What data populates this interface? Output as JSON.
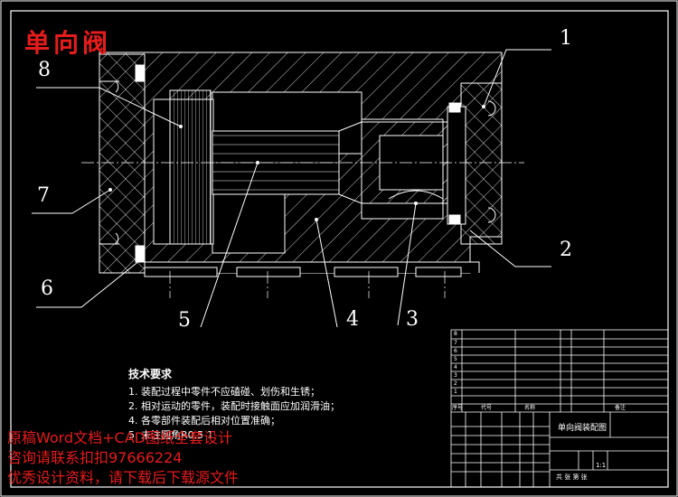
{
  "drawing": {
    "title": "单向阀",
    "callouts": [
      "1",
      "2",
      "3",
      "4",
      "5",
      "6",
      "7",
      "8"
    ]
  },
  "technical_requirements": {
    "heading": "技术要求",
    "items": [
      "1. 装配过程中零件不应磕碰、划伤和生锈；",
      "2. 相对运动的零件，装配时接触面应加润滑油；",
      "4. 各零部件装配后相对位置准确；",
      "5. 未注圆角R0.5-1"
    ]
  },
  "watermark": {
    "lines": [
      "原稿Word文档+CAD图纸全套设计",
      "咨询请联系扣扣97666224",
      "优秀设计资料，请下载后下载源文件"
    ]
  },
  "title_block": {
    "drawing_name": "单向阀装配图",
    "scale": "1:1",
    "header_seq": "序号",
    "header_code": "代号",
    "header_name": "名称",
    "header_remark": "备注",
    "sheet_label": "共 张 第 张",
    "parts_rows": [
      "8",
      "7",
      "6",
      "5",
      "4",
      "3",
      "2",
      "1"
    ]
  },
  "colors": {
    "background": "#000000",
    "lines": "#ffffff",
    "title": "#e51c1c",
    "watermark": "#e51c1c"
  }
}
